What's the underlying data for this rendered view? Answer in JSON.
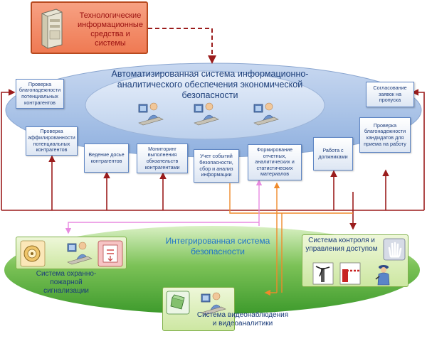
{
  "tech": {
    "label": "Технологические информационные средства и системы"
  },
  "ais": {
    "title": "Автоматизированная система информационно-аналитического обеспечения экономической безопасности"
  },
  "boxes": {
    "b1": "Проверка благонадежности потенциальных контрагентов",
    "b2": "Согласование заявок на пропуска",
    "b3": "Проверка аффилированности потенциальных контрагентов",
    "b4": "Ведение досье контрагентов",
    "b5": "Мониторинг выполнения обязательств контрагентами",
    "b6": "Учет событий безопасности, сбор и анализ информации",
    "b7": "Формирование отчетных, аналитических и статистических материалов",
    "b8": "Работа с должниками",
    "b9": "Проверка благонадежности кандидатов для приема на работу"
  },
  "isb": {
    "title": "Интегрированная система безопасности"
  },
  "fire": {
    "label": "Система охранно-пожарной сигнализации"
  },
  "access": {
    "label": "Система контроля и управления доступом"
  },
  "video": {
    "label": "Система видеонаблюдения и видеоаналитики"
  },
  "colors": {
    "tech_fill": "#ef7a53",
    "blue_ellipse": "#a9c3e6",
    "green_ellipse": "#4fa83a",
    "dark_red_line": "#9b1c1c",
    "pink_line": "#e88ae0",
    "orange_line": "#f08a2a"
  }
}
